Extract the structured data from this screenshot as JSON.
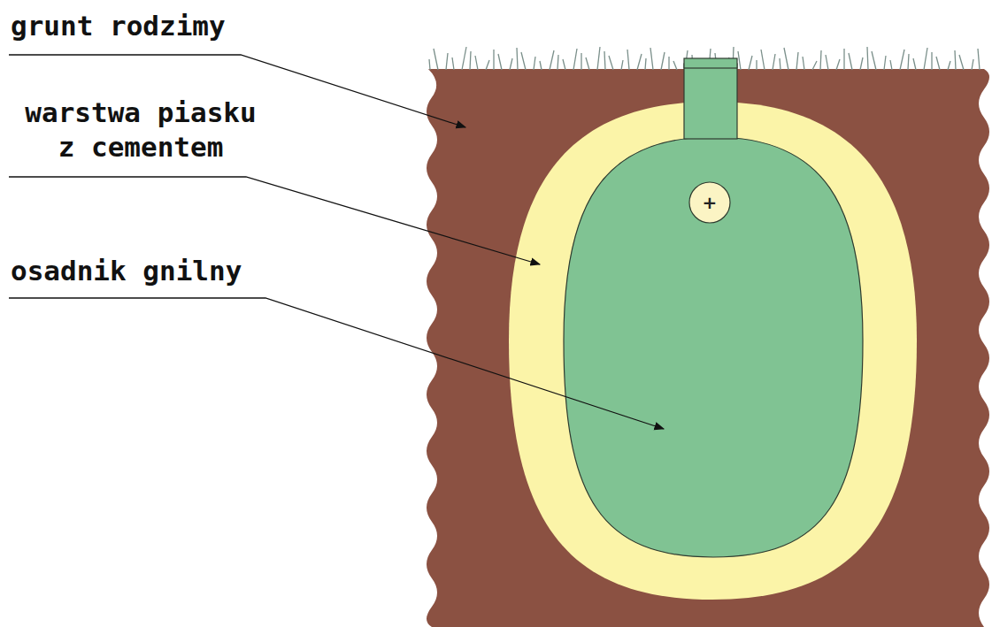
{
  "diagram": {
    "nodes": [
      {
        "text": [
          "+"
        ]
      }
    ],
    "labels": [
      "grunt rodzimy",
      "warstwa piasku z cementem",
      "osadnik gnilny"
    ]
  }
}
